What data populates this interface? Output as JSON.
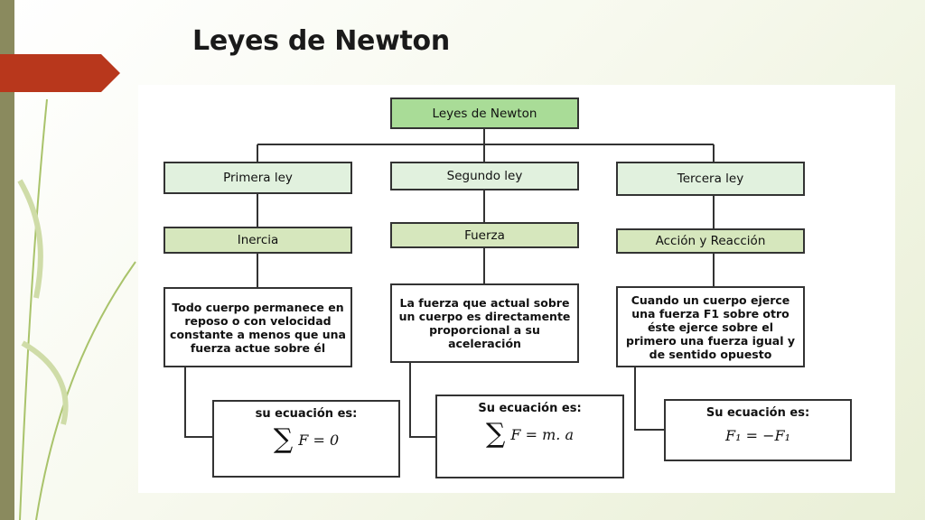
{
  "slide": {
    "title": "Leyes de Newton"
  },
  "diagram": {
    "root": "Leyes de Newton",
    "laws": [
      {
        "name": "Primera ley",
        "concept": "Inercia",
        "description": "Todo cuerpo permanece en reposo o con velocidad constante a menos que una fuerza actue sobre él",
        "equation_label": "su ecuación es:",
        "equation": "F = 0"
      },
      {
        "name": "Segundo ley",
        "concept": "Fuerza",
        "description": "La fuerza que actual sobre un cuerpo es directamente proporcional a su aceleración",
        "equation_label": "Su ecuación es:",
        "equation": "F = m. a"
      },
      {
        "name": "Tercera ley",
        "concept": "Acción y Reacción",
        "description": "Cuando un cuerpo ejerce una fuerza F1 sobre otro éste ejerce sobre el primero una fuerza igual y de sentido opuesto",
        "equation_label": "Su ecuación es:",
        "equation": "F₁ = −F₁"
      }
    ],
    "colors": {
      "root_fill": "#a9dc97",
      "law_fill": "#e1f1de",
      "concept_fill": "#d6e7bd",
      "accent_arrow": "#b8371c",
      "side_bar": "#8a8a5e"
    }
  }
}
